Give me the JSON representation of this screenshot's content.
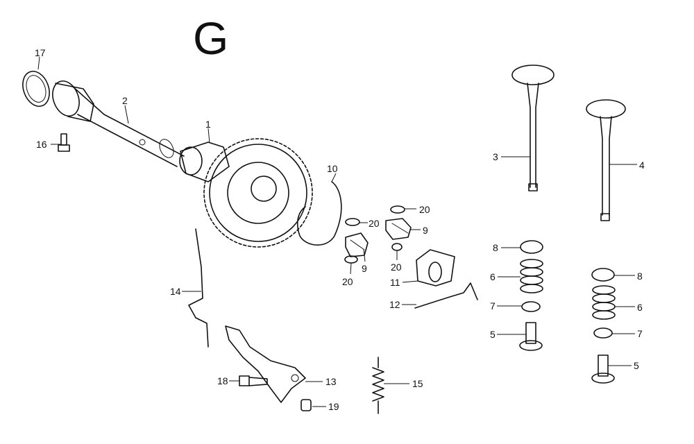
{
  "section_letter": "G",
  "labels": {
    "p1": "1",
    "p2": "2",
    "p3": "3",
    "p4": "4",
    "p5a": "5",
    "p5b": "5",
    "p6a": "6",
    "p6b": "6",
    "p7a": "7",
    "p7b": "7",
    "p8a": "8",
    "p8b": "8",
    "p9a": "9",
    "p9b": "9",
    "p10": "10",
    "p11": "11",
    "p12": "12",
    "p13": "13",
    "p14": "14",
    "p15": "15",
    "p16": "16",
    "p17": "17",
    "p18": "18",
    "p19": "19",
    "p20a": "20",
    "p20b": "20",
    "p20c": "20",
    "p20d": "20"
  },
  "colors": {
    "ink": "#111111",
    "paper": "#ffffff"
  }
}
